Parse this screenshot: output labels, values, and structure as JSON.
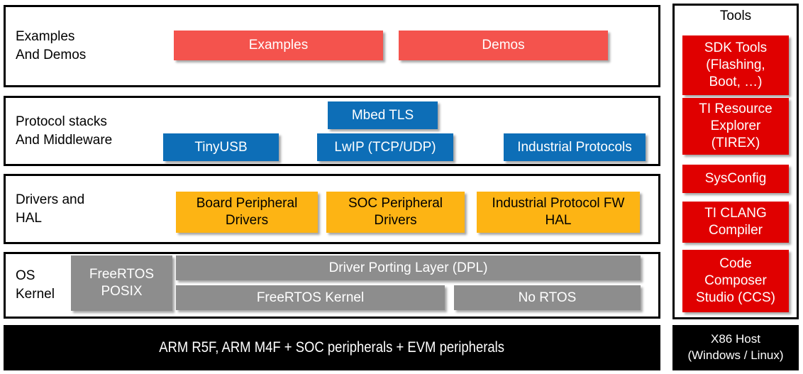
{
  "palette": {
    "coral_red": "#f4534d",
    "tools_red": "#e00000",
    "blue": "#0d6eb7",
    "yellow": "#fdb414",
    "gray": "#8d8d8d",
    "black": "#000000"
  },
  "layers": [
    {
      "label": "Examples\nAnd Demos",
      "blocks": [
        {
          "label": "Examples"
        },
        {
          "label": "Demos"
        }
      ]
    },
    {
      "label": "Protocol stacks\nAnd Middleware",
      "blocks": [
        {
          "label": "Mbed TLS"
        },
        {
          "label": "TinyUSB"
        },
        {
          "label": "LwIP (TCP/UDP)"
        },
        {
          "label": "Industrial Protocols"
        }
      ]
    },
    {
      "label": "Drivers and\nHAL",
      "blocks": [
        {
          "label": "Board Peripheral\nDrivers"
        },
        {
          "label": "SOC Peripheral\nDrivers"
        },
        {
          "label": "Industrial Protocol FW\nHAL"
        }
      ]
    },
    {
      "label": "OS\nKernel",
      "blocks": [
        {
          "label": "FreeRTOS\nPOSIX"
        },
        {
          "label": "Driver Porting Layer (DPL)"
        },
        {
          "label": "FreeRTOS Kernel"
        },
        {
          "label": "No RTOS"
        }
      ]
    }
  ],
  "hardware_bar": {
    "label": "ARM R5F, ARM M4F + SOC peripherals + EVM peripherals"
  },
  "tools_panel": {
    "title": "Tools",
    "items": [
      {
        "label": "SDK Tools\n(Flashing,\nBoot, …)"
      },
      {
        "label": "TI Resource\nExplorer\n(TIREX)"
      },
      {
        "label": "SysConfig"
      },
      {
        "label": "TI CLANG\nCompiler"
      },
      {
        "label": "Code\nComposer\nStudio (CCS)"
      }
    ],
    "host": {
      "label": "X86 Host\n(Windows / Linux)"
    }
  }
}
